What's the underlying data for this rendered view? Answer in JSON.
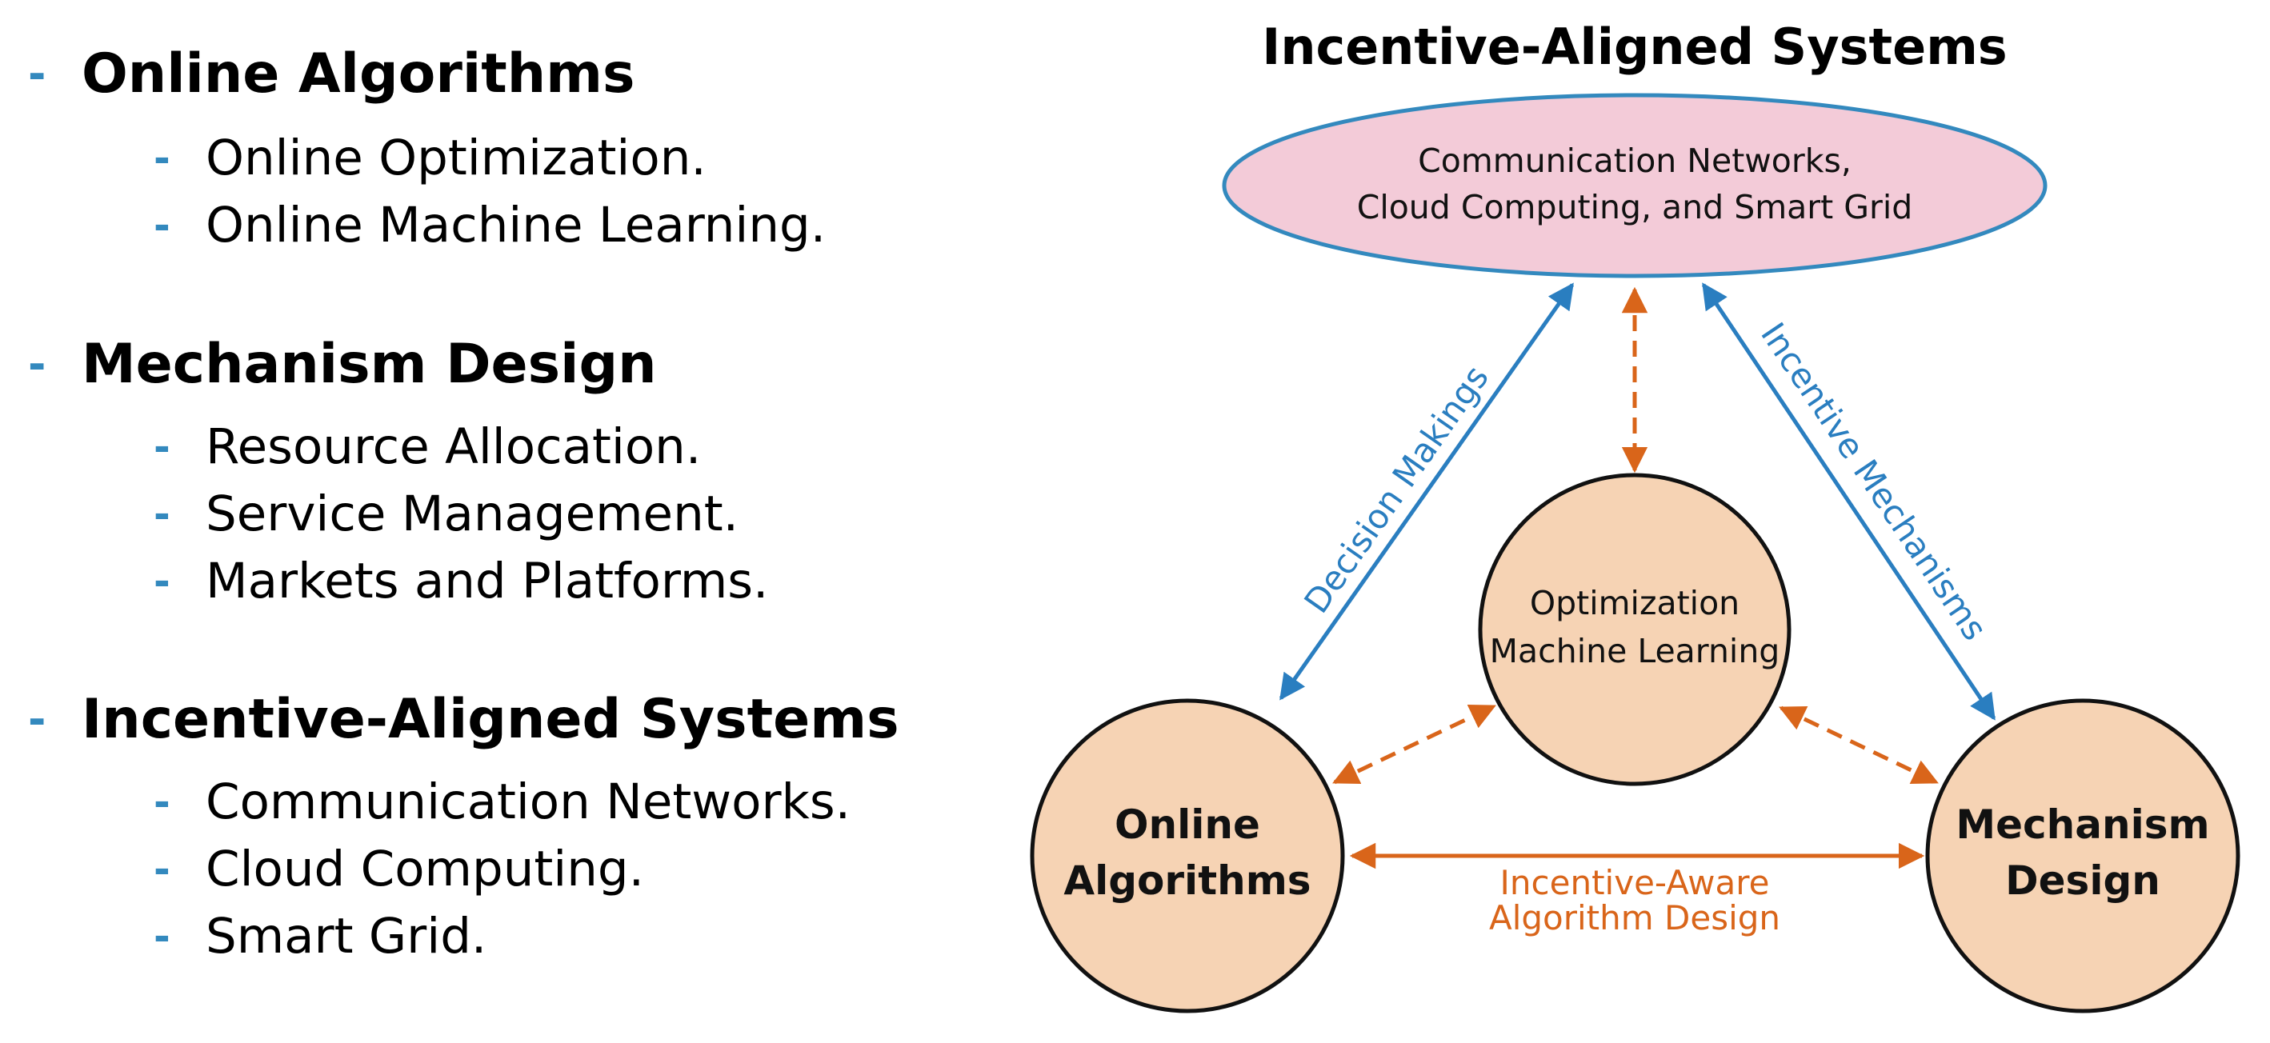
{
  "outline": [
    {
      "dash": "-",
      "title": "Online Algorithms",
      "items": [
        "Online Optimization.",
        "Online Machine Learning."
      ]
    },
    {
      "dash": "-",
      "title": "Mechanism Design",
      "items": [
        "Resource Allocation.",
        "Service Management.",
        "Markets and Platforms."
      ]
    },
    {
      "dash": "-",
      "title": "Incentive-Aligned Systems",
      "items": [
        "Communication Networks.",
        "Cloud Computing.",
        "Smart Grid."
      ]
    }
  ],
  "diagram": {
    "title": "Incentive-Aligned Systems",
    "top_node": {
      "line1": "Communication Networks,",
      "line2": "Cloud Computing, and Smart Grid"
    },
    "center_node": {
      "line1": "Optimization",
      "line2": "Machine Learning"
    },
    "left_node": {
      "line1": "Online",
      "line2": "Algorithms"
    },
    "right_node": {
      "line1": "Mechanism",
      "line2": "Design"
    },
    "edges": {
      "decision": "Decision Makings",
      "incentive": "Incentive Mechanisms",
      "bottom_line1": "Incentive-Aware",
      "bottom_line2": "Algorithm Design"
    }
  },
  "colors": {
    "bullet": "#3389be",
    "blue_arrow": "#2a7ec0",
    "orange_arrow": "#d9651a",
    "ellipse_fill": "#f3cbd8",
    "ellipse_stroke": "#3389be",
    "circle_fill": "#f6d3b4",
    "circle_stroke": "#111111"
  }
}
